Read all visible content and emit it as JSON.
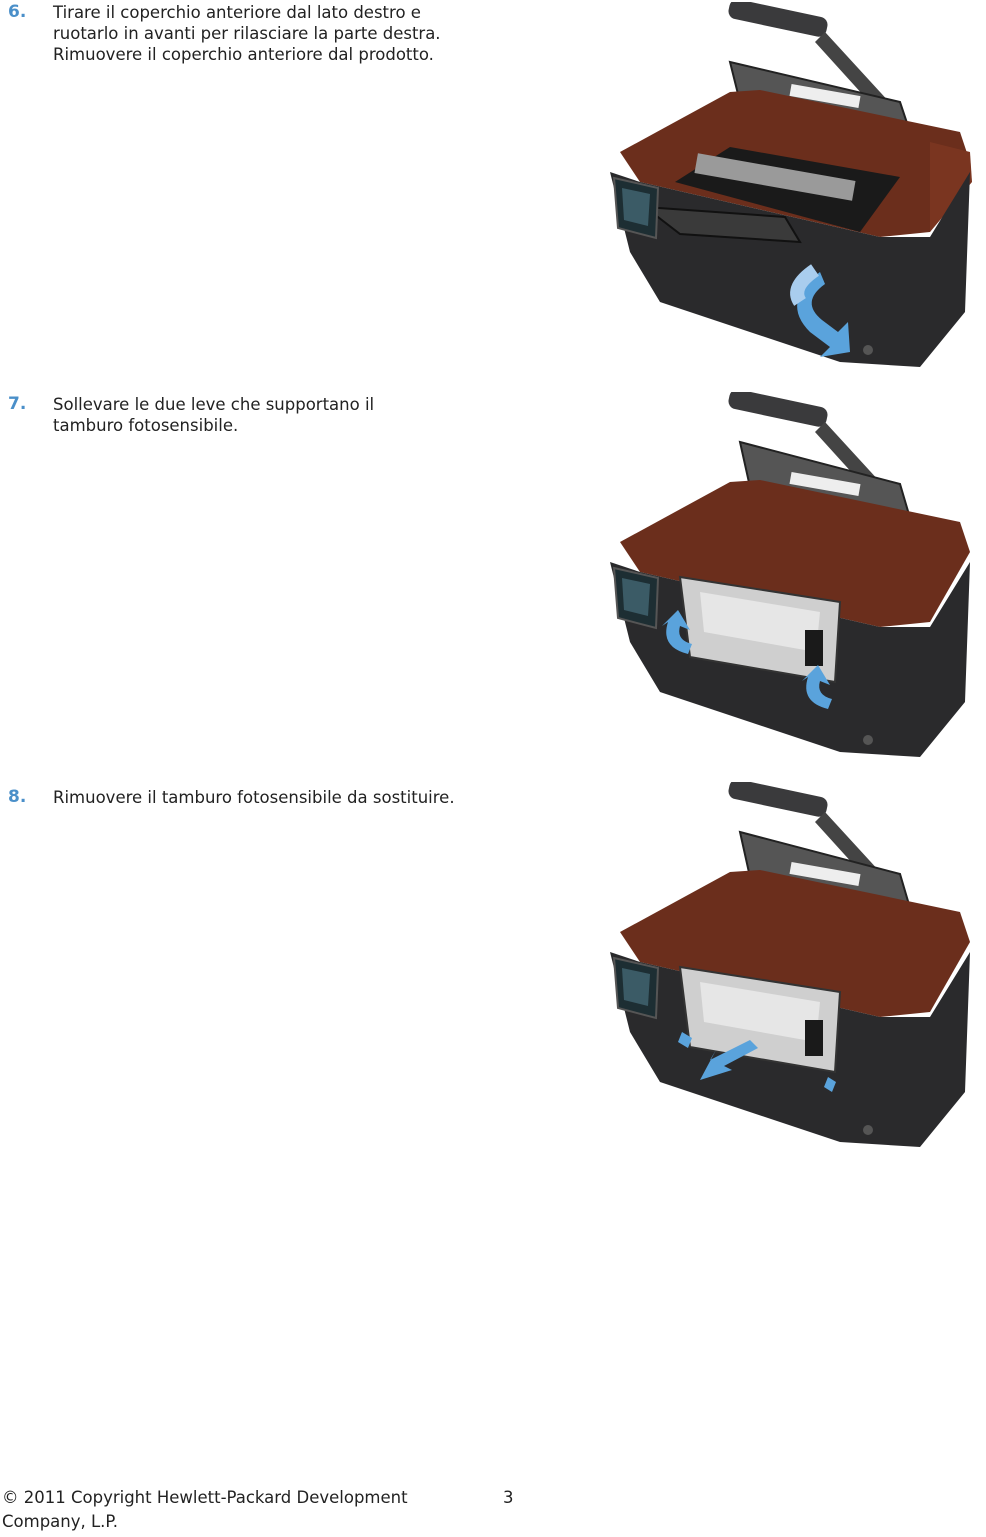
{
  "steps": [
    {
      "number": "6.",
      "lines": [
        "Tirare il coperchio anteriore dal lato destro e",
        "ruotarlo in avanti per rilasciare la parte destra.",
        "Rimuovere il coperchio anteriore dal prodotto."
      ],
      "illustration": "printer-front-cover-rotate"
    },
    {
      "number": "7.",
      "lines": [
        "Sollevare le due leve che supportano il",
        "tamburo fotosensibile."
      ],
      "illustration": "printer-lift-levers"
    },
    {
      "number": "8.",
      "lines": [
        "Rimuovere il tamburo fotosensibile da sostituire."
      ],
      "illustration": "printer-remove-drum"
    }
  ],
  "footer": {
    "copyright_lines": [
      "© 2011 Copyright Hewlett-Packard Development",
      "Company, L.P."
    ],
    "page_number": "3"
  },
  "colors": {
    "step_number": "#4a8fc9",
    "printer_body": "#2a2a2c",
    "printer_accent": "#6b2e1c",
    "arrow": "#5aa3dc"
  }
}
